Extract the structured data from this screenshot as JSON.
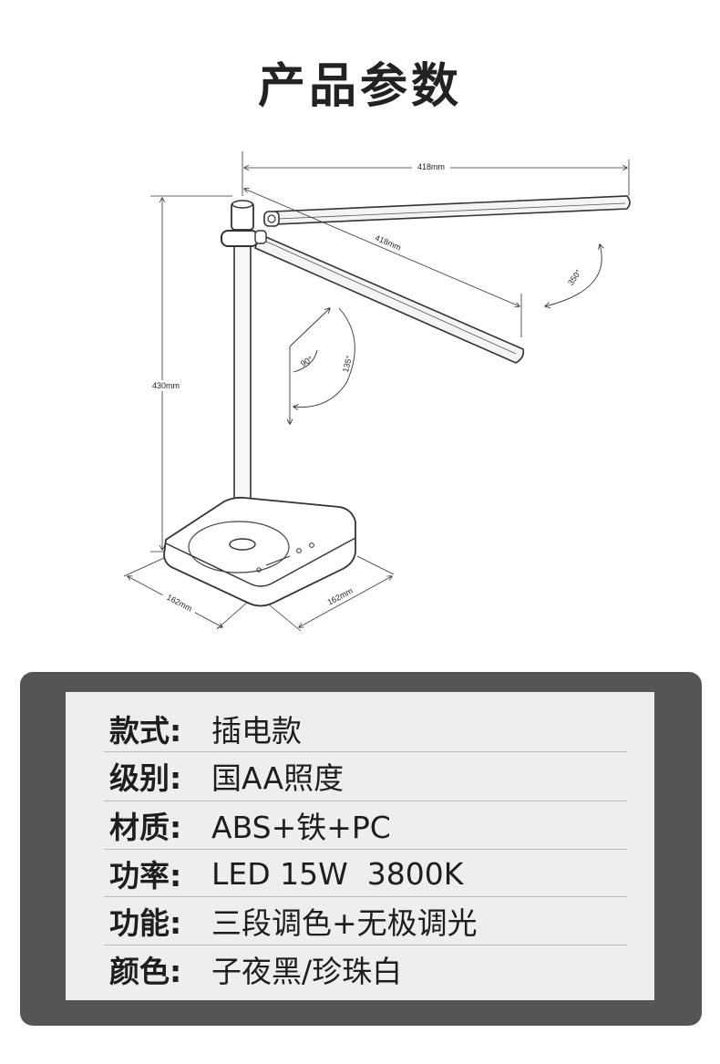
{
  "header": {
    "title": "产品参数"
  },
  "diagram": {
    "dim_width_top": "418mm",
    "dim_arm_length": "418mm",
    "dim_height": "430mm",
    "dim_base_left": "162mm",
    "dim_base_right": "162mm",
    "angle_rotation": "350°",
    "angle_90": "90°",
    "angle_135": "135°",
    "line_color": "#333333"
  },
  "specs": [
    {
      "label": "款式:",
      "value": "插电款"
    },
    {
      "label": "级别:",
      "value": "国AA照度"
    },
    {
      "label": "材质:",
      "value": "ABS+铁+PC"
    },
    {
      "label": "功率:",
      "value": "LED 15W  3800K"
    },
    {
      "label": "功能:",
      "value": "三段调色+无极调光"
    },
    {
      "label": "颜色:",
      "value": "子夜黑/珍珠白"
    }
  ],
  "colors": {
    "panel_bg": "#555555",
    "card_bg": "#eeeeee",
    "text": "#1e1e1e"
  }
}
